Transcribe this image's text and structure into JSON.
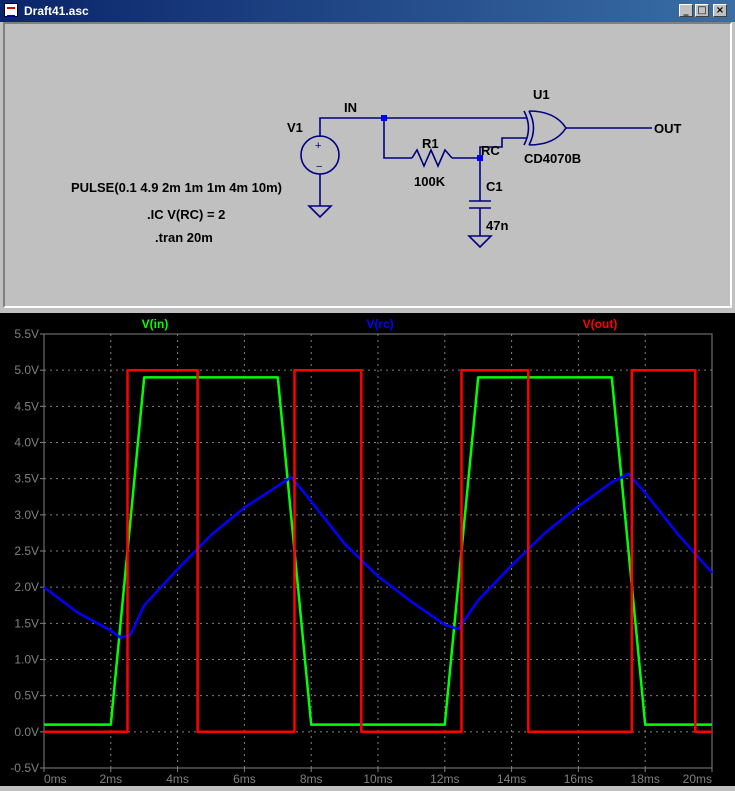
{
  "window": {
    "title": "Draft41.asc",
    "minimize_glyph": "_",
    "maximize_glyph": "□",
    "close_glyph": "×"
  },
  "schematic": {
    "v1_label": "V1",
    "in_label": "IN",
    "r1_label": "R1",
    "r1_value": "100K",
    "rc_label": "RC",
    "c1_label": "C1",
    "c1_value": "47n",
    "u1_label": "U1",
    "u1_part": "CD4070B",
    "out_label": "OUT",
    "pulse_directive": "PULSE(0.1 4.9 2m 1m 1m 4m 10m)",
    "ic_directive": ".IC V(RC) = 2",
    "tran_directive": ".tran 20m",
    "wire_color": "#000080",
    "node_color": "#0000ff"
  },
  "chart_data": {
    "type": "line",
    "xlabel": "",
    "ylabel": "",
    "xlim": [
      0,
      20
    ],
    "ylim": [
      -0.5,
      5.5
    ],
    "x_ticks": [
      "0ms",
      "2ms",
      "4ms",
      "6ms",
      "8ms",
      "10ms",
      "12ms",
      "14ms",
      "16ms",
      "18ms",
      "20ms"
    ],
    "y_ticks": [
      "-0.5V",
      "0.0V",
      "0.5V",
      "1.0V",
      "1.5V",
      "2.0V",
      "2.5V",
      "3.0V",
      "3.5V",
      "4.0V",
      "4.5V",
      "5.0V",
      "5.5V"
    ],
    "grid": true,
    "legend": "top",
    "series": [
      {
        "name": "V(in)",
        "color": "#00ff00",
        "x": [
          0,
          2,
          3,
          7,
          8,
          12,
          13,
          17,
          18,
          20
        ],
        "y": [
          0.1,
          0.1,
          4.9,
          4.9,
          0.1,
          0.1,
          4.9,
          4.9,
          0.1,
          0.1
        ]
      },
      {
        "name": "V(rc)",
        "color": "#0000ff",
        "x": [
          0,
          1,
          2,
          2.3,
          2.6,
          3,
          4,
          5,
          6,
          7,
          7.4,
          7.8,
          9,
          10,
          11,
          12,
          12.4,
          13,
          14,
          15,
          16,
          17,
          17.5,
          18,
          19,
          20
        ],
        "y": [
          2.0,
          1.65,
          1.4,
          1.3,
          1.35,
          1.75,
          2.25,
          2.72,
          3.1,
          3.4,
          3.52,
          3.3,
          2.6,
          2.15,
          1.8,
          1.48,
          1.42,
          1.82,
          2.3,
          2.75,
          3.12,
          3.45,
          3.57,
          3.3,
          2.72,
          2.2
        ]
      },
      {
        "name": "V(out)",
        "color": "#ff0000",
        "x": [
          0,
          2.5,
          2.5,
          4.6,
          4.6,
          7.5,
          7.5,
          9.5,
          9.5,
          12.5,
          12.5,
          14.5,
          14.5,
          17.6,
          17.6,
          19.5,
          19.5,
          20
        ],
        "y": [
          0,
          0,
          5,
          5,
          0,
          0,
          5,
          5,
          0,
          0,
          5,
          5,
          0,
          0,
          5,
          5,
          0,
          0
        ]
      }
    ]
  }
}
